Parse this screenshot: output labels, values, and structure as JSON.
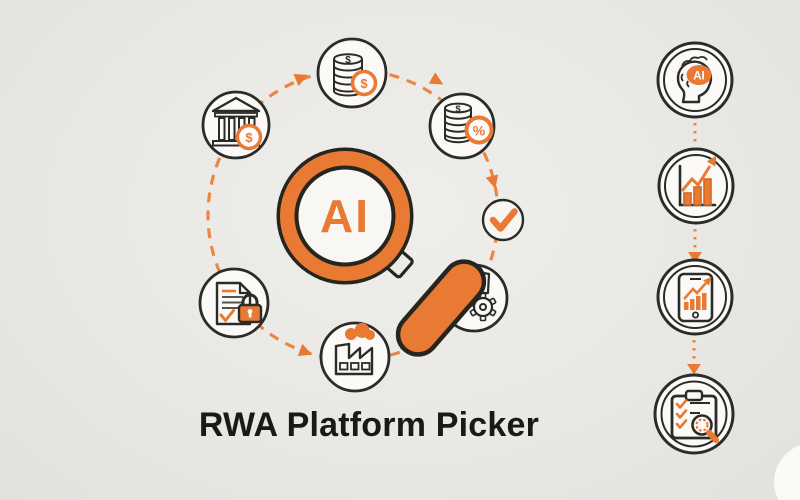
{
  "title": "RWA Platform Picker",
  "magnifier": {
    "icon": "ai-magnifying-glass",
    "label": "AI"
  },
  "symbols": {
    "dollar": "$",
    "percent": "%"
  },
  "cycle_icons": [
    {
      "name": "bank-dollar-icon"
    },
    {
      "name": "coin-stack-dollar-icon"
    },
    {
      "name": "coin-stack-percent-icon"
    },
    {
      "name": "checkmark-icon"
    },
    {
      "name": "gears-industry-icon"
    },
    {
      "name": "factory-icon"
    },
    {
      "name": "document-lock-icon"
    }
  ],
  "flow_steps": [
    {
      "name": "ai-brain-icon",
      "label": "AI"
    },
    {
      "name": "growth-chart-icon"
    },
    {
      "name": "mobile-analytics-icon"
    },
    {
      "name": "checklist-review-icon"
    }
  ],
  "colors": {
    "accent_orange": "#E87A33",
    "dash_orange": "#ED8645",
    "outline_dark": "#2B2B28",
    "background": "#E9E8E5",
    "title_text": "#191917"
  }
}
